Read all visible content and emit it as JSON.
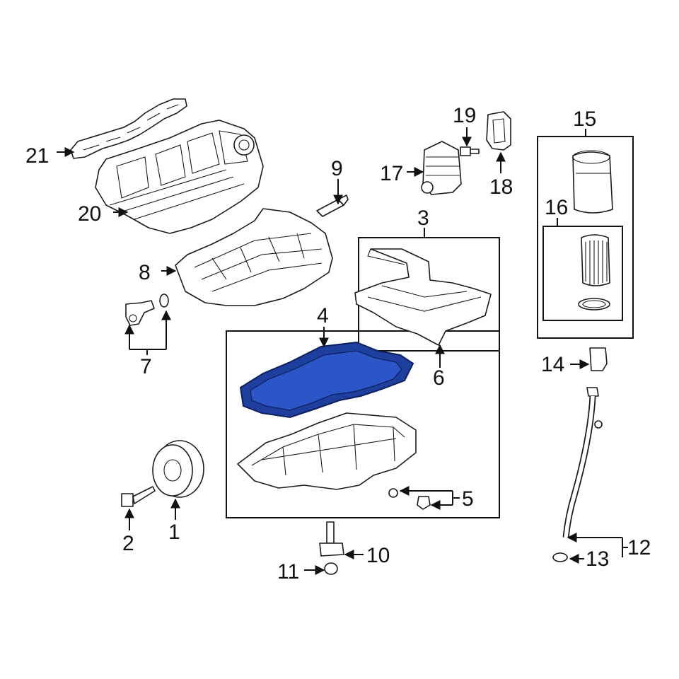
{
  "diagram": {
    "labels": {
      "c1": "1",
      "c2": "2",
      "c3": "3",
      "c4": "4",
      "c5": "5",
      "c6": "6",
      "c7": "7",
      "c8": "8",
      "c9": "9",
      "c10": "10",
      "c11": "11",
      "c12": "12",
      "c13": "13",
      "c14": "14",
      "c15": "15",
      "c16": "16",
      "c17": "17",
      "c18": "18",
      "c19": "19",
      "c20": "20",
      "c21": "21"
    },
    "colors": {
      "highlight": "#1f3f9e",
      "line": "#1a1a1a",
      "background": "#ffffff"
    }
  }
}
